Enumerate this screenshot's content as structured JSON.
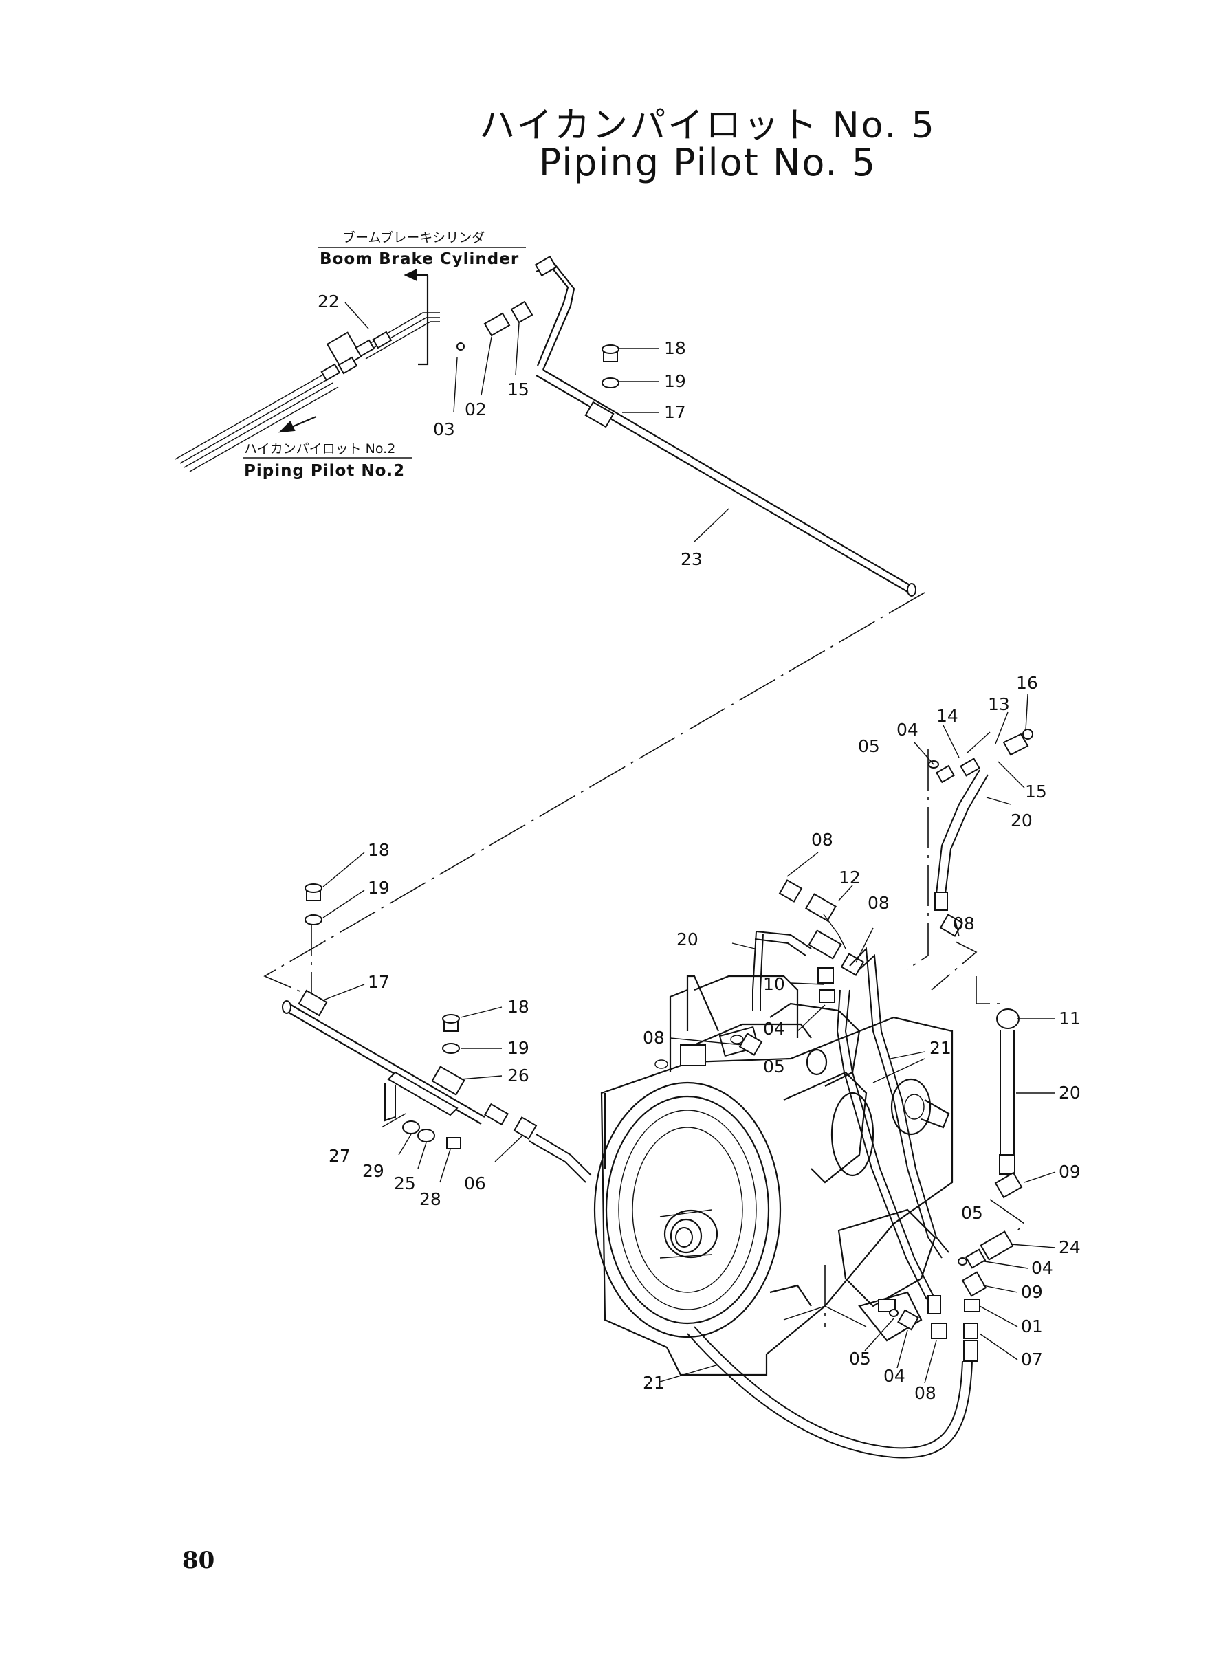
{
  "title": {
    "japanese": "ハイカンパイロット No. 5",
    "english": "Piping Pilot No. 5"
  },
  "callouts": {
    "boom_brake_jp": "ブームブレーキシリンダ",
    "boom_brake_en": "Boom Brake Cylinder",
    "piping_pilot2_jp": "ハイカンパイロット No.2",
    "piping_pilot2_en": "Piping Pilot No.2"
  },
  "part_labels": {
    "p22": "22",
    "p02": "02",
    "p03": "03",
    "p15a": "15",
    "p18a": "18",
    "p19a": "19",
    "p17a": "17",
    "p23": "23",
    "p16": "16",
    "p13": "13",
    "p14": "14",
    "p04a": "04",
    "p05a": "05",
    "p15b": "15",
    "p20a": "20",
    "p08a": "08",
    "p12": "12",
    "p08b": "08",
    "p20b": "20",
    "p08c": "08",
    "p10": "10",
    "p04b": "04",
    "p08d": "08",
    "p05b": "05",
    "p21a": "21",
    "p11": "11",
    "p20c": "20",
    "p09a": "09",
    "p05c": "05",
    "p24": "24",
    "p04c": "04",
    "p09b": "09",
    "p01": "01",
    "p07": "07",
    "p05d": "05",
    "p04d": "04",
    "p08e": "08",
    "p21b": "21",
    "p18b": "18",
    "p19b": "19",
    "p17b": "17",
    "p18c": "18",
    "p19c": "19",
    "p26": "26",
    "p27": "27",
    "p29": "29",
    "p25": "25",
    "p28": "28",
    "p06": "06"
  },
  "page_number": "80"
}
